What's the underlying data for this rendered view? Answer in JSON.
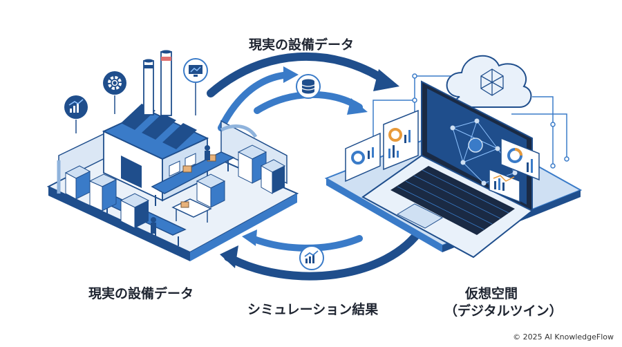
{
  "labels": {
    "top": "現実の設備データ",
    "left": "現実の設備データ",
    "simulation": "シミュレーション結果",
    "virtual_line1": "仮想空間",
    "virtual_line2": "（デジタルツイン）"
  },
  "copyright": "© 2025 AI KnowledgeFlow",
  "colors": {
    "primary": "#1f4e8c",
    "mid": "#3a7bc8",
    "light": "#cfe0f3",
    "pale": "#e9f1fa",
    "dark": "#1a2a44"
  },
  "icons": [
    "gear-icon",
    "chart-icon",
    "monitor-chart-icon",
    "database-icon",
    "cloud-network-icon",
    "trend-chart-icon"
  ]
}
